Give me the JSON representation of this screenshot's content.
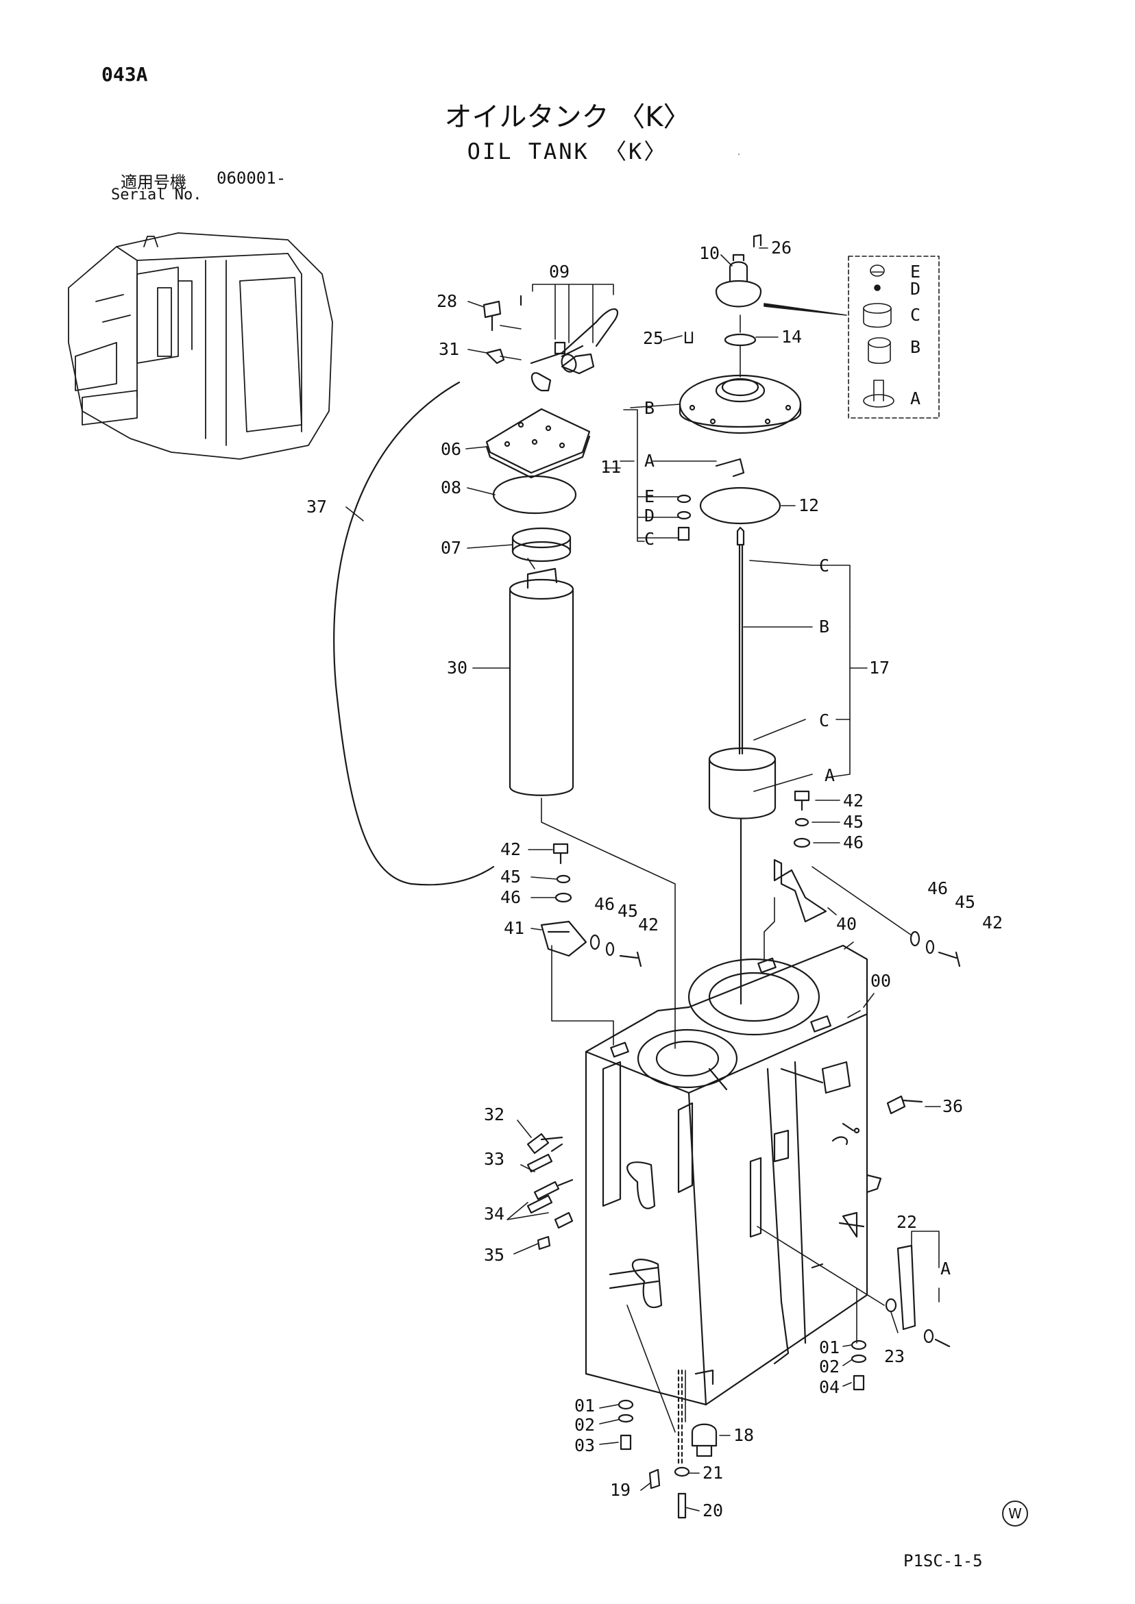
{
  "header": {
    "page_code": "043A",
    "title_jp": "オイルタンク 〈K〉",
    "title_en": "OIL TANK 〈K〉",
    "serial_label_jp": "適用号機",
    "serial_value": "060001-",
    "serial_label_en": "Serial No."
  },
  "footer": {
    "code": "P1SC-1-5",
    "mark": "W"
  },
  "callouts": {
    "c00": "00",
    "c01": "01",
    "c01b": "01",
    "c02": "02",
    "c02b": "02",
    "c03": "03",
    "c04": "04",
    "c06": "06",
    "c07": "07",
    "c08": "08",
    "c09": "09",
    "c10": "10",
    "c11": "11",
    "c12": "12",
    "c14": "14",
    "c17": "17",
    "c18": "18",
    "c19": "19",
    "c20": "20",
    "c21": "21",
    "c22": "22",
    "c23": "23",
    "c25": "25",
    "c26": "26",
    "c28": "28",
    "c30": "30",
    "c31": "31",
    "c32": "32",
    "c33": "33",
    "c34": "34",
    "c35": "35",
    "c36": "36",
    "c37": "37",
    "c40": "40",
    "c41": "41",
    "c42a": "42",
    "c42b": "42",
    "c42c": "42",
    "c42d": "42",
    "c45a": "45",
    "c45b": "45",
    "c45c": "45",
    "c45d": "45",
    "c46a": "46",
    "c46b": "46",
    "c46c": "46",
    "c46d": "46"
  },
  "sub_callouts": {
    "box_e": "E",
    "box_d": "D",
    "box_c": "C",
    "box_b": "B",
    "box_a": "A",
    "s11_b": "B",
    "s11_a": "A",
    "s11_e": "E",
    "s11_d": "D",
    "s11_c": "C",
    "s17_c1": "C",
    "s17_b": "B",
    "s17_c2": "C",
    "s17_a": "A",
    "s22_a": "A"
  }
}
